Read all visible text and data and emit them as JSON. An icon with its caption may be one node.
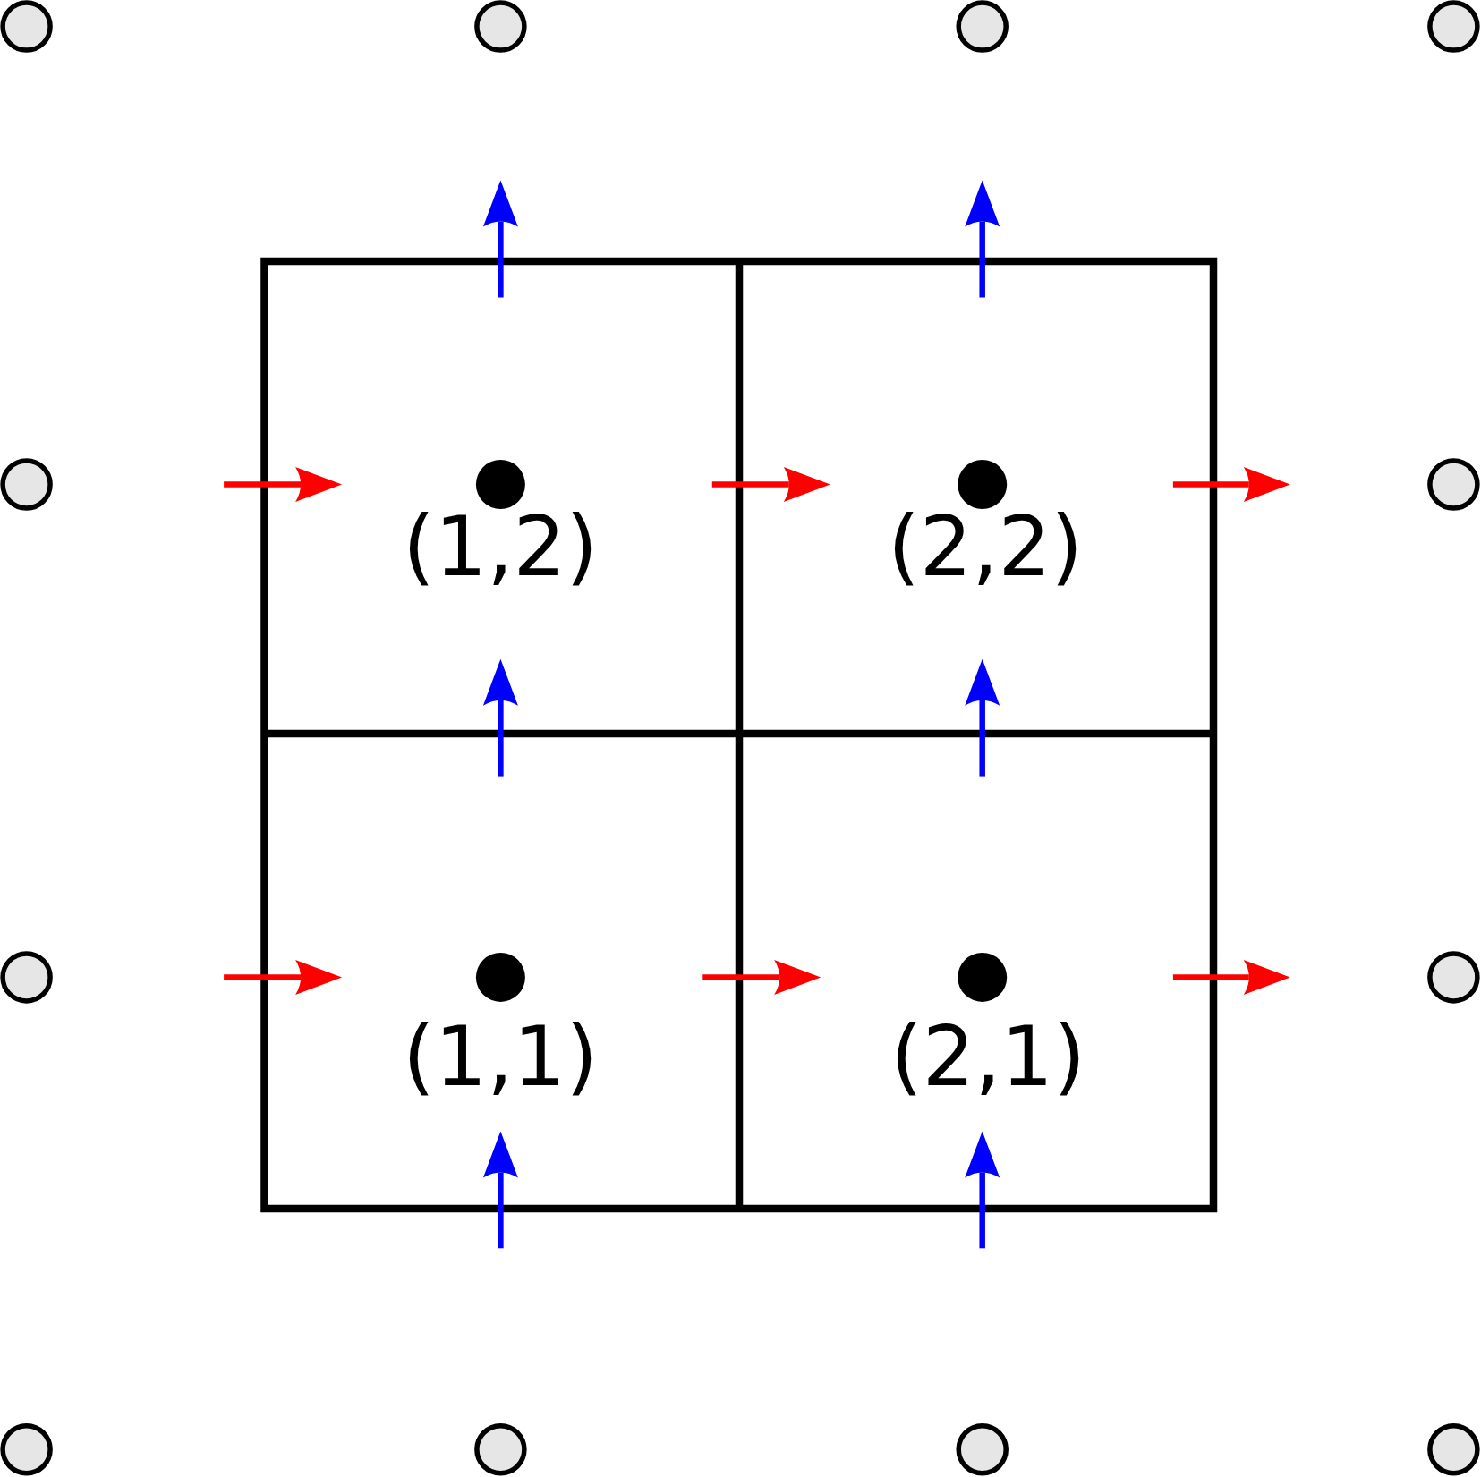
{
  "diagram": {
    "labels": [
      "(1,2)",
      "(2,2)",
      "(1,1)",
      "(2,1)"
    ]
  }
}
